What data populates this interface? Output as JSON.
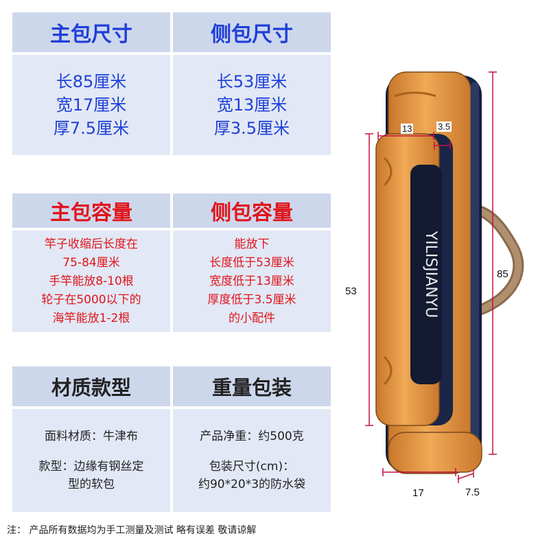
{
  "section1": {
    "left_header": "主包尺寸",
    "right_header": "侧包尺寸",
    "left_lines": [
      "长85厘米",
      "宽17厘米",
      "厚7.5厘米"
    ],
    "right_lines": [
      "长53厘米",
      "宽13厘米",
      "厚3.5厘米"
    ]
  },
  "section2": {
    "left_header": "主包容量",
    "right_header": "侧包容量",
    "left_lines": [
      "竿子收缩后长度在",
      "75-84厘米",
      "手竿能放8-10根",
      "轮子在5000以下的",
      "海竿能放1-2根"
    ],
    "right_lines": [
      "能放下",
      "长度低于53厘米",
      "宽度低于13厘米",
      "厚度低于3.5厘米",
      "的小配件"
    ]
  },
  "section3": {
    "left_header": "材质款型",
    "right_header": "重量包装",
    "left_lines": [
      "面料材质：牛津布",
      "",
      "款型：边缘有钢丝定",
      "型的软包"
    ],
    "right_lines": [
      "产品净重：约500克",
      "",
      "包装尺寸(cm)：",
      "约90*20*3的防水袋"
    ]
  },
  "dimensions": {
    "side_width": "13",
    "side_thickness": "3.5",
    "side_length": "53",
    "main_length": "85",
    "main_width": "17",
    "main_thickness": "7.5"
  },
  "bag_brand_text": "YILISJIANYU",
  "footnote": "注：  产品所有数据均为手工测量及测试 略有误差 敬请谅解",
  "colors": {
    "header_blue": "#1f3fd8",
    "capacity_red": "#e1141b",
    "header_bg": "#cdd7ec",
    "body_bg": "#e2e8f5",
    "bag_orange": "#e59a3f",
    "bag_navy": "#1d2a4e",
    "strap_brown": "#a98565"
  }
}
